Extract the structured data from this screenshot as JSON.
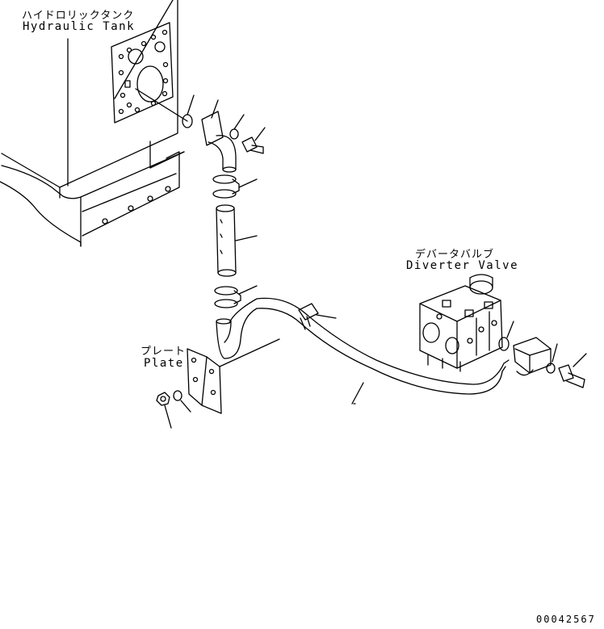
{
  "labels": {
    "hydraulic_tank_jp": "ハイドロリックタンク",
    "hydraulic_tank_en": "Hydraulic Tank",
    "diverter_valve_jp": "デバータバルブ",
    "diverter_valve_en": "Diverter Valve",
    "plate_jp": "プレート",
    "plate_en": "Plate",
    "drawing_number": "00042567"
  },
  "colors": {
    "line": "#000000",
    "background": "#ffffff"
  }
}
